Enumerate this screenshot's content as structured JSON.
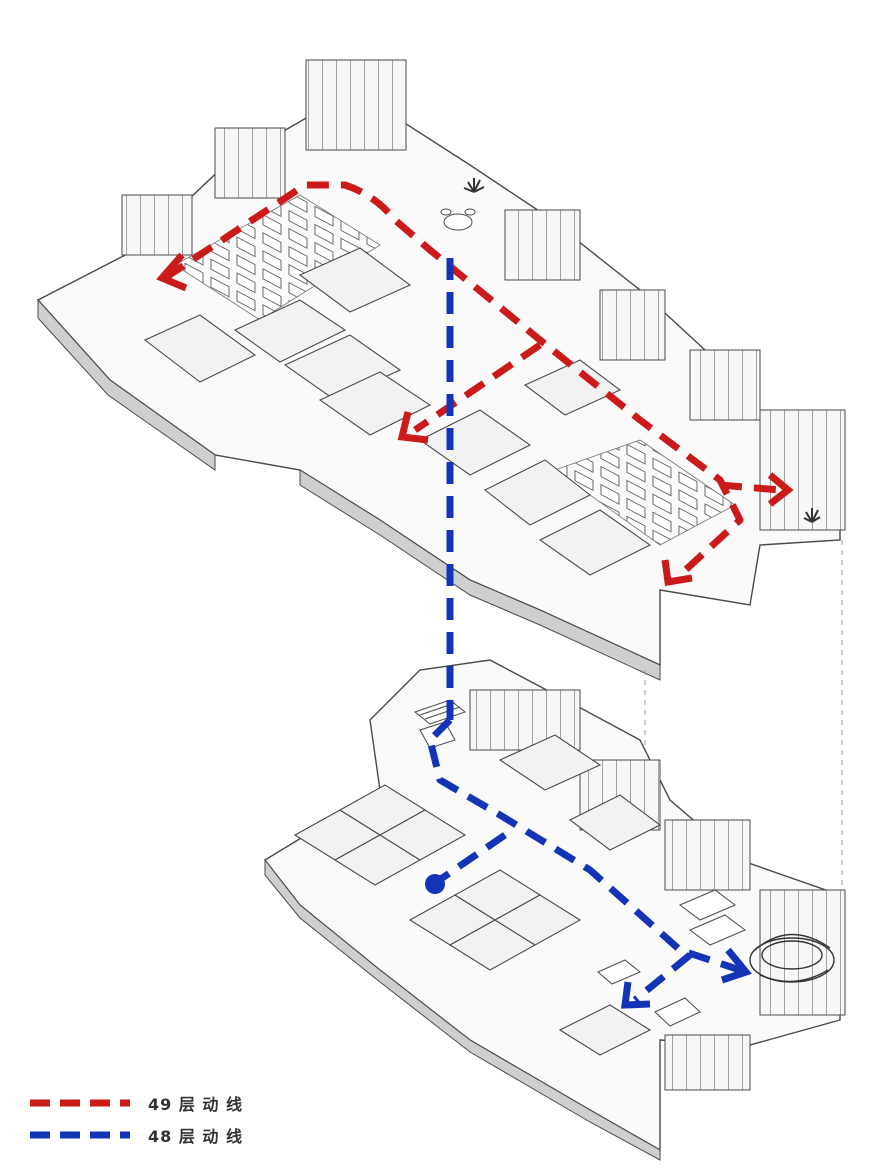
{
  "colors": {
    "floor49_route": "#cc1a1a",
    "floor48_route": "#1434b8",
    "wall_top": "#f2f2f2",
    "wall_side": "#cfcfcf",
    "floor_fill": "#fafafa",
    "outline": "#4a4a4a",
    "guide_line": "#9a9a9a"
  },
  "legend": [
    {
      "id": "floor49",
      "label": "49 层 动 线",
      "color": "#cc1a1a"
    },
    {
      "id": "floor48",
      "label": "48 层 动 线",
      "color": "#1434b8"
    }
  ],
  "icons": [
    "stair-icon",
    "plant-icon",
    "round-table-icon",
    "sculpture-icon"
  ]
}
